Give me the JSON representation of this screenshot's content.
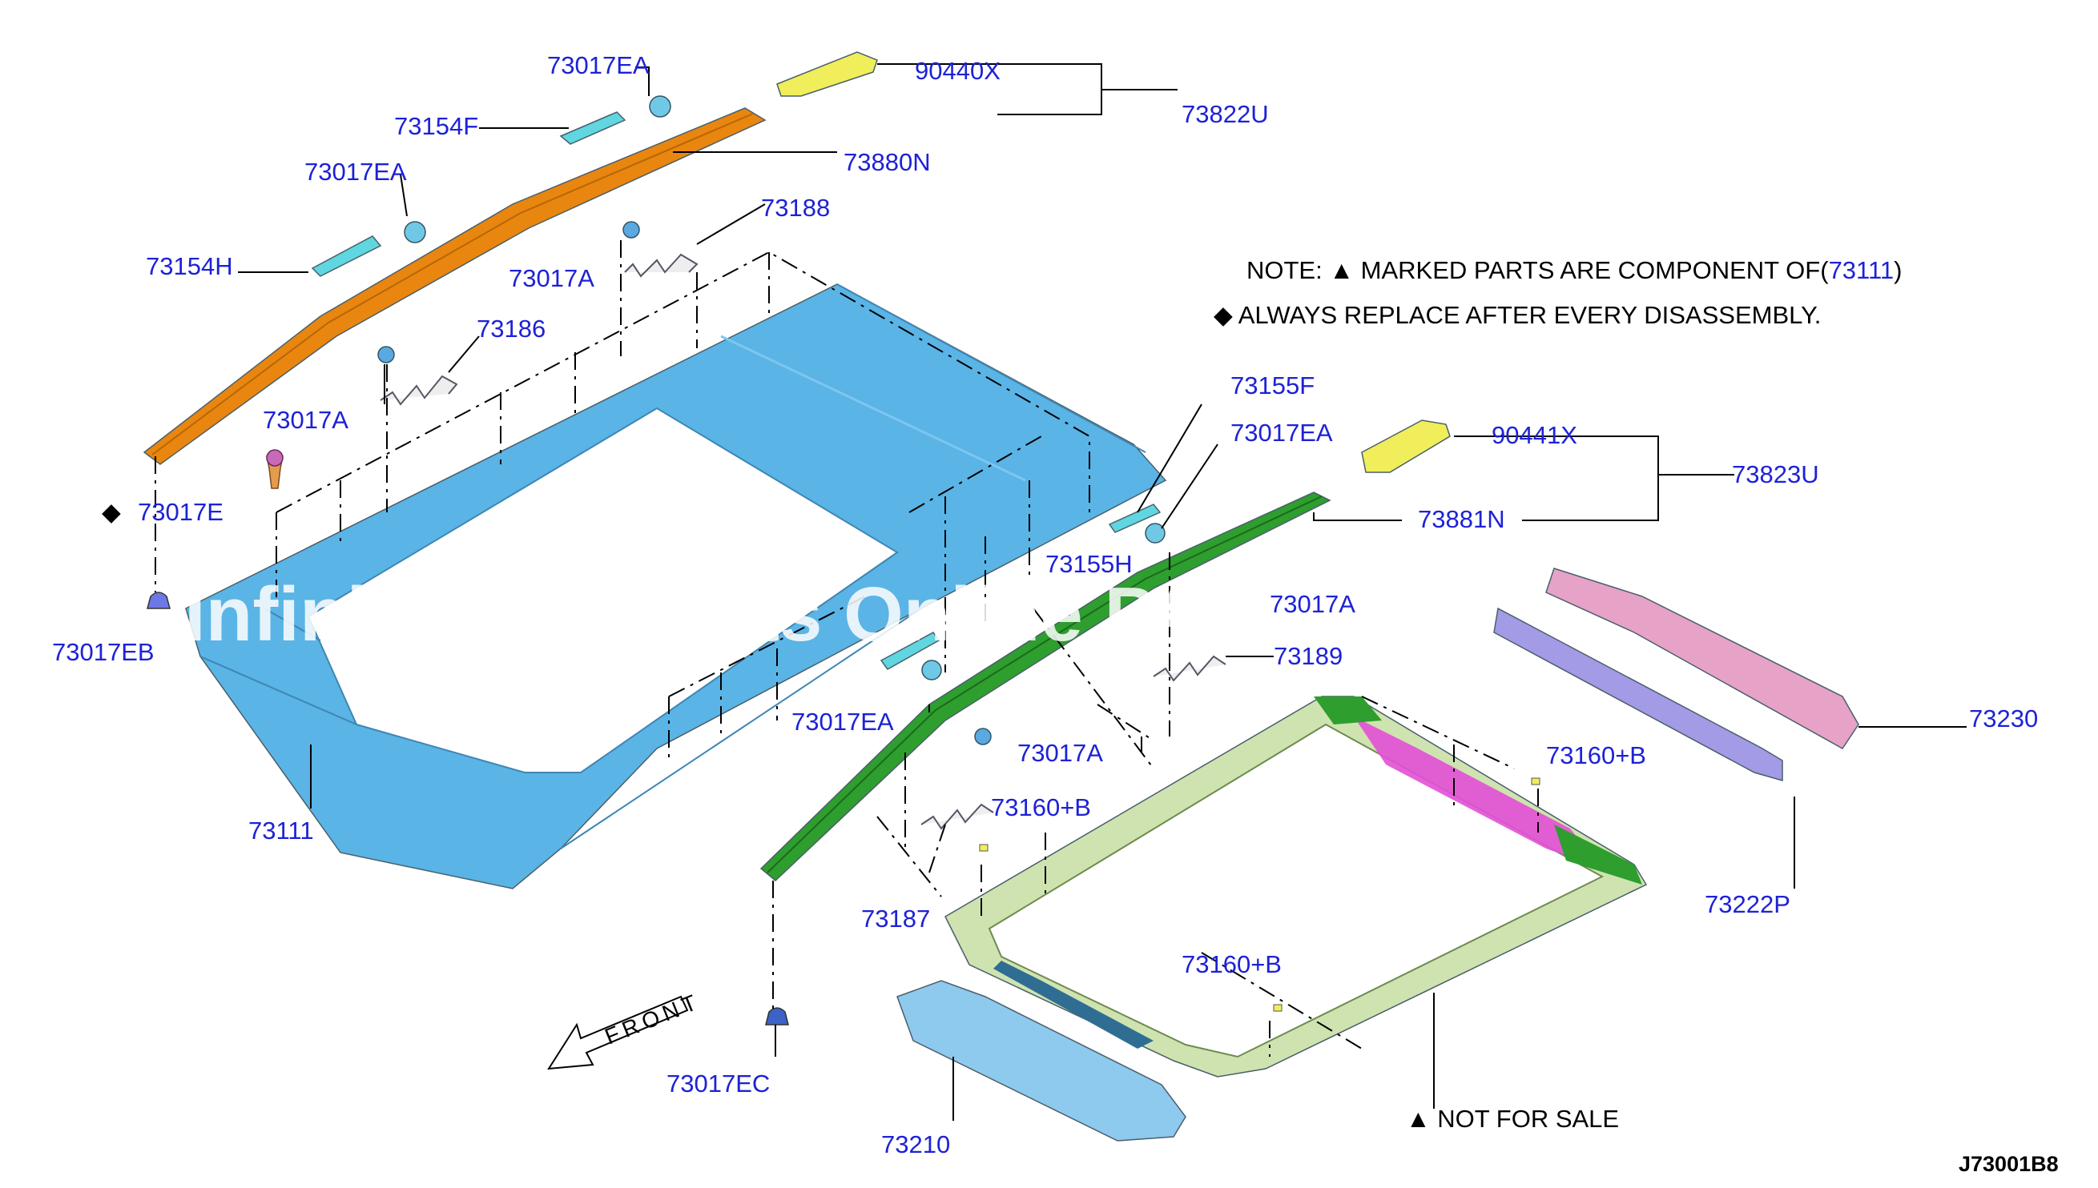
{
  "diagram": {
    "note_line1_prefix": "NOTE: ▲  MARKED PARTS ARE COMPONENT OF(",
    "note_line1_ref": "73111",
    "note_line1_suffix": ")",
    "note_line2": "◆ ALWAYS REPLACE AFTER EVERY DISASSEMBLY.",
    "front_label": "FRONT",
    "not_for_sale": "▲ NOT FOR SALE",
    "diagram_code": "J73001B8",
    "watermark": "Infiniti Auto Parts Online PARTS",
    "diamond_mark": "◆",
    "colors": {
      "roof_panel": "#5ab4e6",
      "left_rail": "#e8860f",
      "right_rail": "#2e9e2e",
      "frame": "#cfe3b0",
      "frame_pink": "#e24fd6",
      "bow_purple": "#a39be6",
      "bow_pink": "#e6a3c7",
      "front_header": "#8ec9ee",
      "molding": "#5fd6e0",
      "bracket": "#f0ee5a",
      "labels": "#1d22d6"
    },
    "labels": {
      "p73017EA_1": "73017EA",
      "p90440X": "90440X",
      "p73822U": "73822U",
      "p73154F": "73154F",
      "p73880N": "73880N",
      "p73017EA_2": "73017EA",
      "p73188": "73188",
      "p73154H": "73154H",
      "p73017A_1": "73017A",
      "p73186": "73186",
      "p73017A_2": "73017A",
      "p73017E": "73017E",
      "p73017EB": "73017EB",
      "p73155F": "73155F",
      "p73017EA_3": "73017EA",
      "p90441X": "90441X",
      "p73823U": "73823U",
      "p73881N": "73881N",
      "p73155H": "73155H",
      "p73017A_3": "73017A",
      "p73189": "73189",
      "p73230": "73230",
      "p73017EA_4": "73017EA",
      "p73017A_4": "73017A",
      "p73160B_1": "73160+B",
      "p73160B_2": "73160+B",
      "p73222P": "73222P",
      "p73111": "73111",
      "p73187": "73187",
      "p73160B_3": "73160+B",
      "p73017EC": "73017EC",
      "p73210": "73210"
    }
  }
}
